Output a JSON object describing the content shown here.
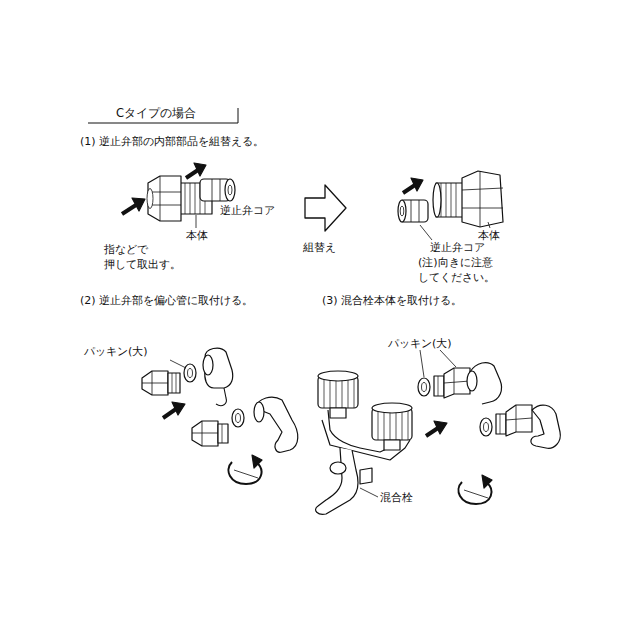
{
  "diagram": {
    "title": "Cタイプの場合",
    "labels": [
      "(1) 逆止弁部の内部部品を組替える。",
      "逆止弁コア",
      "本体",
      "指などで 押して取出す。",
      "組替え",
      "本体",
      "逆止弁コア",
      "(注)向きに注意 してください。",
      "(2) 逆止弁部を偏心管に取付ける。",
      "(3) 混合栓本体を取付ける。",
      "パッキン(大)",
      "パッキン(大)",
      "混合栓"
    ]
  }
}
